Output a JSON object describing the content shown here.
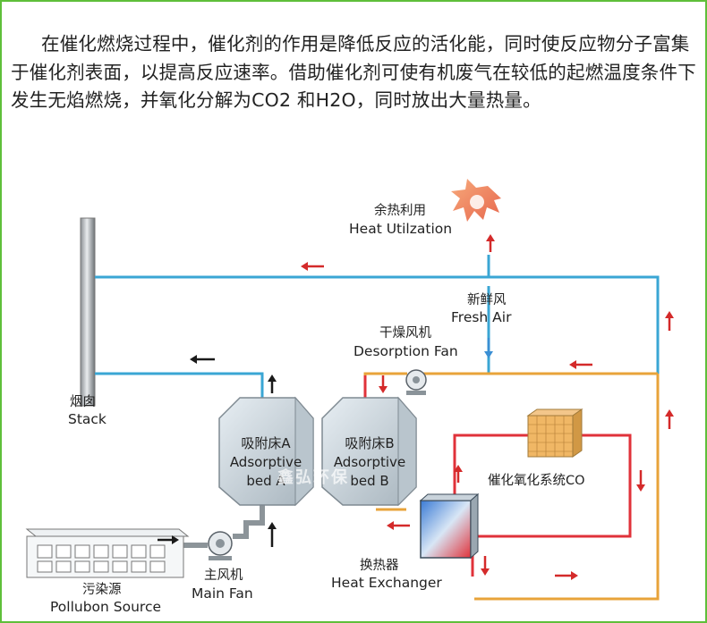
{
  "intro_text": "在催化燃烧过程中，催化剂的作用是降低反应的活化能，同时使反应物分子富集于催化剂表面，以提高反应速率。借助催化剂可使有机废气在较低的起燃温度条件下发生无焰燃烧，并氧化分解为CO2 和H2O，同时放出大量热量。",
  "labels": {
    "heat_util_cn": "余热利用",
    "heat_util_en": "Heat Utilzation",
    "fresh_air_cn": "新鲜风",
    "fresh_air_en": "Fresh Air",
    "desorption_cn": "干燥风机",
    "desorption_en": "Desorption Fan",
    "stack_cn": "烟囱",
    "stack_en": "Stack",
    "bed_a_cn": "吸附床A",
    "bed_a_en1": "Adsorptive",
    "bed_a_en2": "bed A",
    "bed_b_cn": "吸附床B",
    "bed_b_en1": "Adsorptive",
    "bed_b_en2": "bed B",
    "catalytic_cn": "催化氧化系统CO",
    "source_cn": "污染源",
    "source_en": "Pollubon Source",
    "main_fan_cn": "主风机",
    "main_fan_en": "Main Fan",
    "hx_cn": "换热器",
    "hx_en": "Heat Exchanger",
    "watermark": "鑫弘环保"
  },
  "colors": {
    "frame": "#5fbf3a",
    "clean_line": "#3aa6d4",
    "hot_line": "#e0323a",
    "warm_line": "#e8a33a",
    "arrow_red": "#d42a2a",
    "arrow_dark": "#1a1a1a"
  }
}
